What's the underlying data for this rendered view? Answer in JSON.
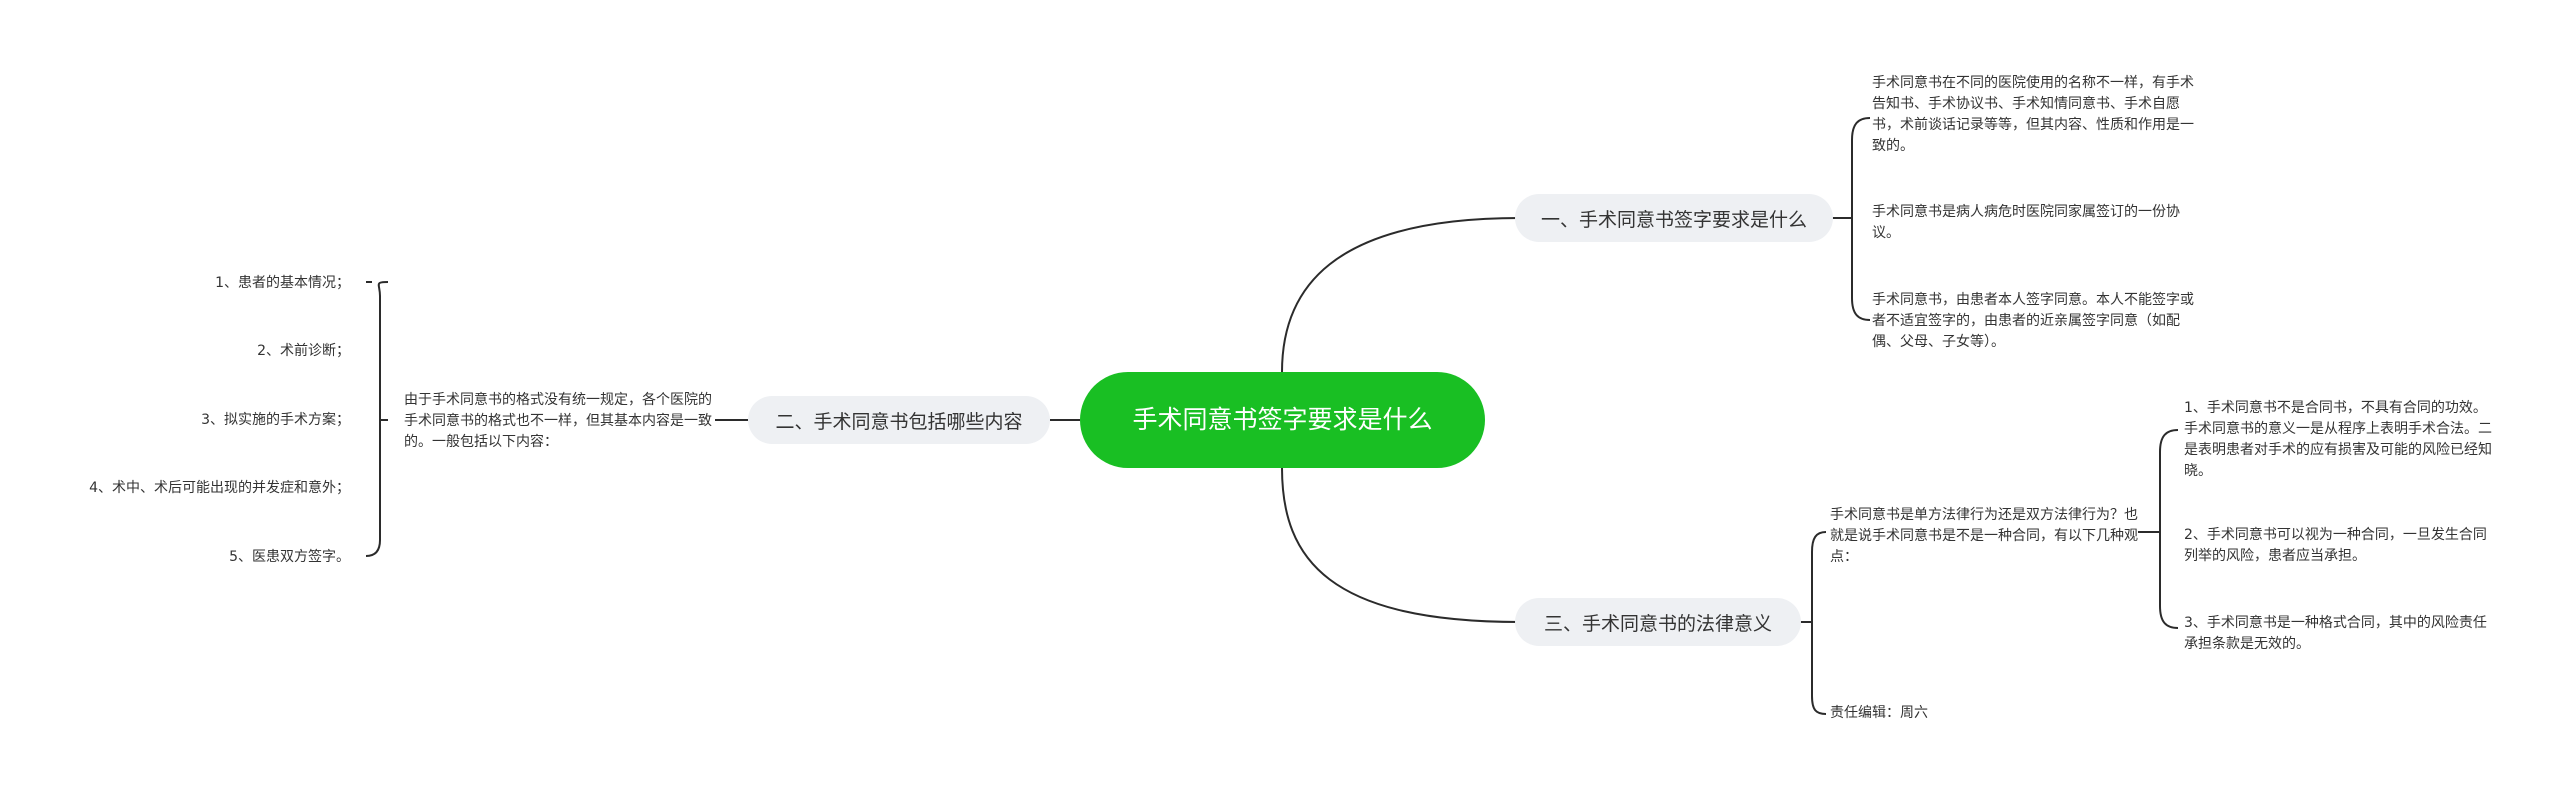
{
  "root": {
    "label": "手术同意书签字要求是什么"
  },
  "branches": [
    {
      "label": "一、手术同意书签字要求是什么",
      "children": [
        "手术同意书在不同的医院使用的名称不一样，有手术告知书、手术协议书、手术知情同意书、手术自愿书，术前谈话记录等等，但其内容、性质和作用是一致的。",
        "手术同意书是病人病危时医院同家属签订的一份协议。",
        "手术同意书，由患者本人签字同意。本人不能签字或者不适宜签字的，由患者的近亲属签字同意（如配偶、父母、子女等）。"
      ]
    },
    {
      "label": "二、手术同意书包括哪些内容",
      "intro": "由于手术同意书的格式没有统一规定，各个医院的手术同意书的格式也不一样，但其基本内容是一致的。一般包括以下内容：",
      "children": [
        "1、患者的基本情况；",
        "2、术前诊断；",
        "3、拟实施的手术方案；",
        "4、术中、术后可能出现的并发症和意外；",
        "5、医患双方签字。"
      ]
    },
    {
      "label": "三、手术同意书的法律意义",
      "intro": "手术同意书是单方法律行为还是双方法律行为？也就是说手术同意书是不是一种合同，有以下几种观点：",
      "children": [
        "1、手术同意书不是合同书，不具有合同的功效。手术同意书的意义一是从程序上表明手术合法。二是表明患者对手术的应有损害及可能的风险已经知晓。",
        "2、手术同意书可以视为一种合同，一旦发生合同列举的风险，患者应当承担。",
        "3、手术同意书是一种格式合同，其中的风险责任承担条款是无效的。"
      ],
      "editor": "责任编辑：周六"
    }
  ],
  "colors": {
    "root_bg": "#19bf23",
    "branch_bg": "#eef0f3",
    "line": "#2b2b2b"
  }
}
